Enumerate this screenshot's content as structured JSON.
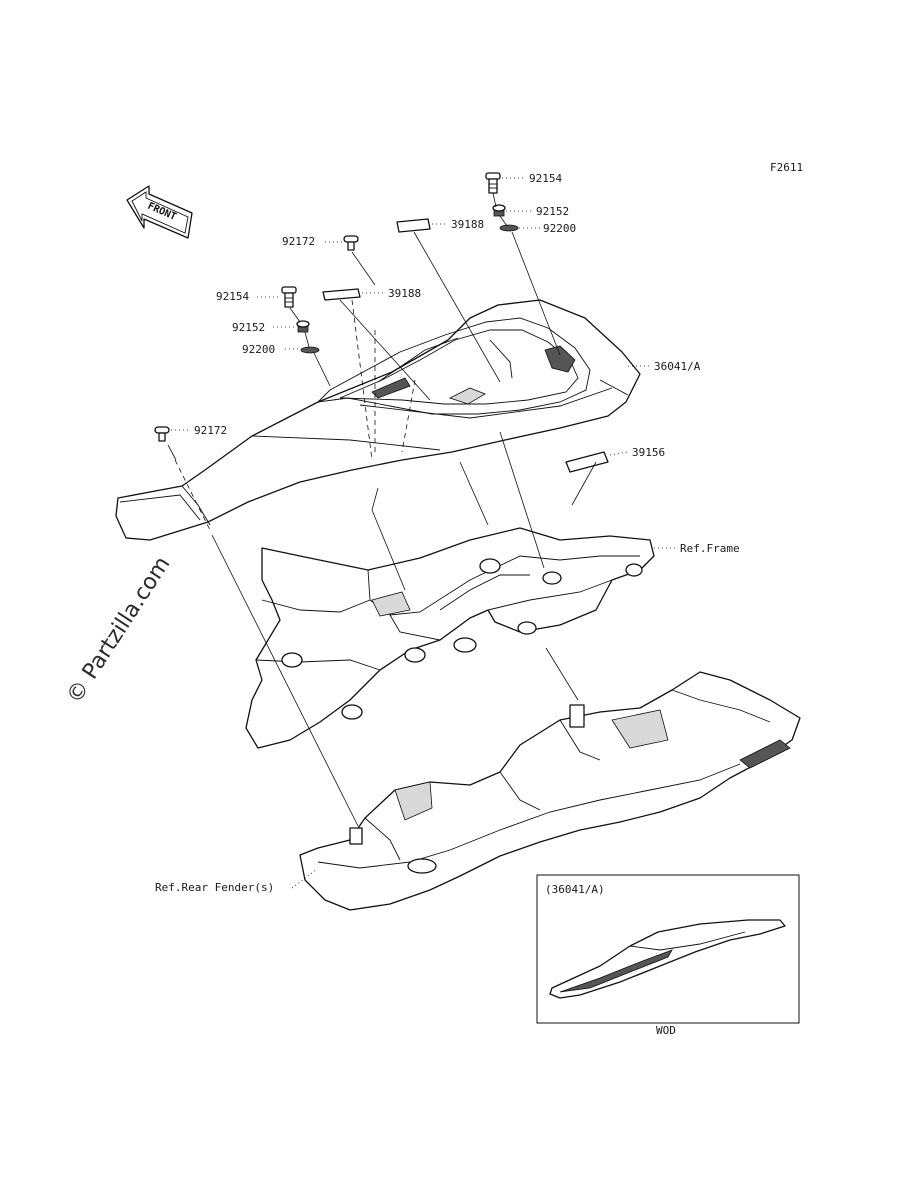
{
  "figure_code": "F2611",
  "front_label": "FRONT",
  "watermark": "© Partzilla.com",
  "callouts": {
    "bolt_right": "92154",
    "collar_right": "92152",
    "washer_right": "92200",
    "bolt_upper_left": "92172",
    "label_upper": "39188",
    "label_middle": "39188",
    "bolt_left": "92154",
    "collar_left": "92152",
    "washer_left": "92200",
    "cover": "36041/A",
    "bolt_lower_left": "92172",
    "label_lower": "39156",
    "frame_ref": "Ref.Frame",
    "rear_fender_ref": "Ref.Rear Fender(s)"
  },
  "inset": {
    "title": "(36041/A)",
    "caption": "WOD"
  }
}
